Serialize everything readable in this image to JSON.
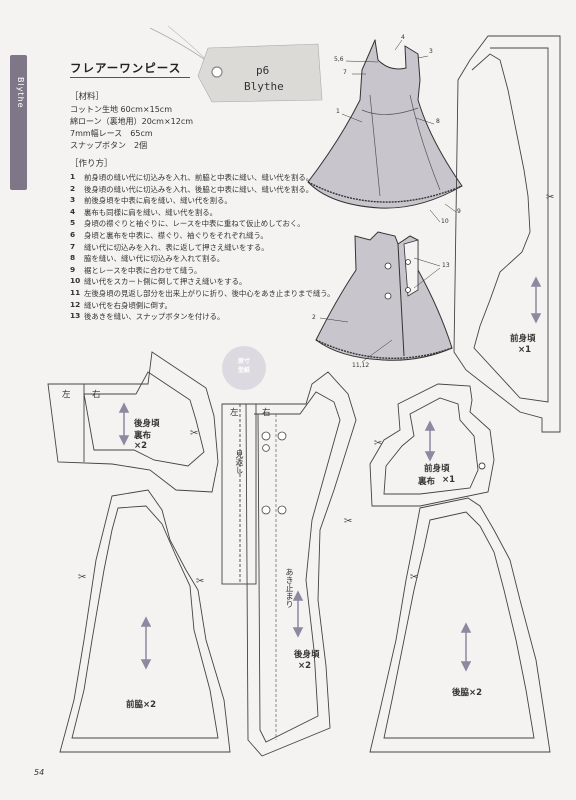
{
  "side_tab": {
    "label": "Blythe"
  },
  "title": "フレアーワンピース",
  "tag": {
    "line1": "p6",
    "line2": "Blythe"
  },
  "materials": {
    "heading": "［材料］",
    "items": [
      "コットン生地 60cm×15cm",
      "綿ローン（裏地用）20cm×12cm",
      "7mm幅レース　65cm",
      "スナップボタン　2個"
    ]
  },
  "method": {
    "heading": "［作り方］",
    "steps": [
      {
        "num": "1",
        "text": "前身頃の縫い代に切込みを入れ、前脇と中表に縫い、縫い代を割る。"
      },
      {
        "num": "2",
        "text": "後身頃の縫い代に切込みを入れ、後脇と中表に縫い、縫い代を割る。"
      },
      {
        "num": "3",
        "text": "前後身頃を中表に肩を縫い、縫い代を割る。"
      },
      {
        "num": "4",
        "text": "裏布も同様に肩を縫い、縫い代を割る。"
      },
      {
        "num": "5",
        "text": "身頃の襟ぐりと袖ぐりに、レースを中表に重ねて仮止めしておく。"
      },
      {
        "num": "6",
        "text": "身頃と裏布を中表に、襟ぐり、袖ぐりをそれぞれ縫う。"
      },
      {
        "num": "7",
        "text": "縫い代に切込みを入れ、表に返して押さえ縫いをする。"
      },
      {
        "num": "8",
        "text": "脇を縫い、縫い代に切込みを入れて割る。"
      },
      {
        "num": "9",
        "text": "裾とレースを中表に合わせて縫う。"
      },
      {
        "num": "10",
        "text": "縫い代をスカート側に倒して押さえ縫いをする。"
      },
      {
        "num": "11",
        "text": "左後身頃の見返し部分を出来上がりに折り、後中心をあき止まりまで縫う。"
      },
      {
        "num": "12",
        "text": "縫い代を右身頃側に倒す。"
      },
      {
        "num": "13",
        "text": "後あきを縫い、スナップボタンを付ける。"
      }
    ]
  },
  "diagram_callouts": {
    "n4": "4",
    "n3": "3",
    "n56": "5,6",
    "n7": "7",
    "n1": "1",
    "n8": "8",
    "n9": "9",
    "n10": "10",
    "n13": "13",
    "n2": "2",
    "n1112": "11,12"
  },
  "badge": {
    "line1": "原寸",
    "line2": "型紙"
  },
  "pieces": {
    "front_bodice": {
      "name": "前身頃",
      "count": "×1"
    },
    "back_bodice_lining": {
      "name": "後身頃",
      "sub": "裏布",
      "count": "×2"
    },
    "left": "左",
    "right": "右",
    "facing": "見返し",
    "opening_stop": "あき止まり",
    "back_bodice": {
      "name": "後身頃",
      "count": "×2"
    },
    "front_bodice_lining": {
      "name": "前身頃",
      "sub": "裏布",
      "count": "×1"
    },
    "front_side": {
      "label": "前脇×2"
    },
    "back_side": {
      "label": "後脇×2"
    }
  },
  "page_number": "54",
  "colors": {
    "paper": "#f4f3f1",
    "line": "#444444",
    "arrow": "#8e88a0",
    "tab": "#7f7787",
    "dress": "#c9c5cc"
  }
}
